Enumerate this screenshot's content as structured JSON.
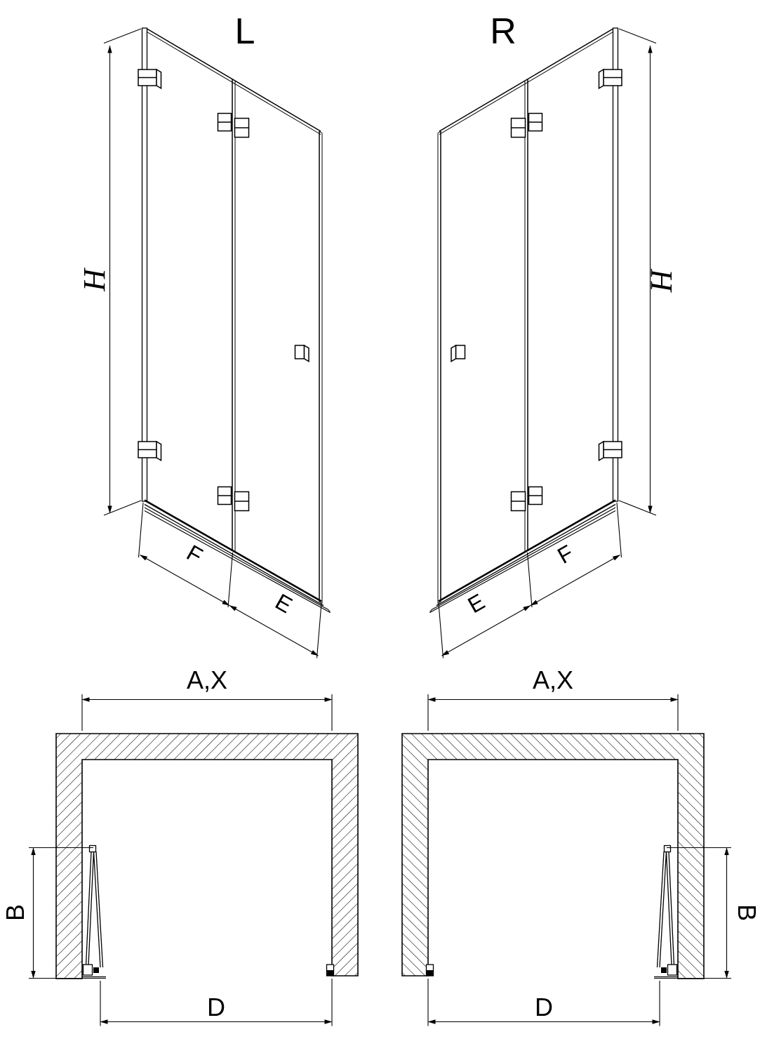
{
  "drawing": {
    "views": {
      "left_elevation": {
        "variant_label": "L",
        "height_label": "H",
        "panel_width_label": "F",
        "edge_width_label": "E"
      },
      "right_elevation": {
        "variant_label": "R",
        "height_label": "H",
        "panel_width_label": "F",
        "edge_width_label": "E"
      },
      "left_plan": {
        "overall_width_label": "A,X",
        "fold_depth_label": "B",
        "opening_width_label": "D"
      },
      "right_plan": {
        "overall_width_label": "A,X",
        "fold_depth_label": "B",
        "opening_width_label": "D"
      }
    },
    "colors": {
      "line": "#000000",
      "background": "#ffffff"
    }
  }
}
